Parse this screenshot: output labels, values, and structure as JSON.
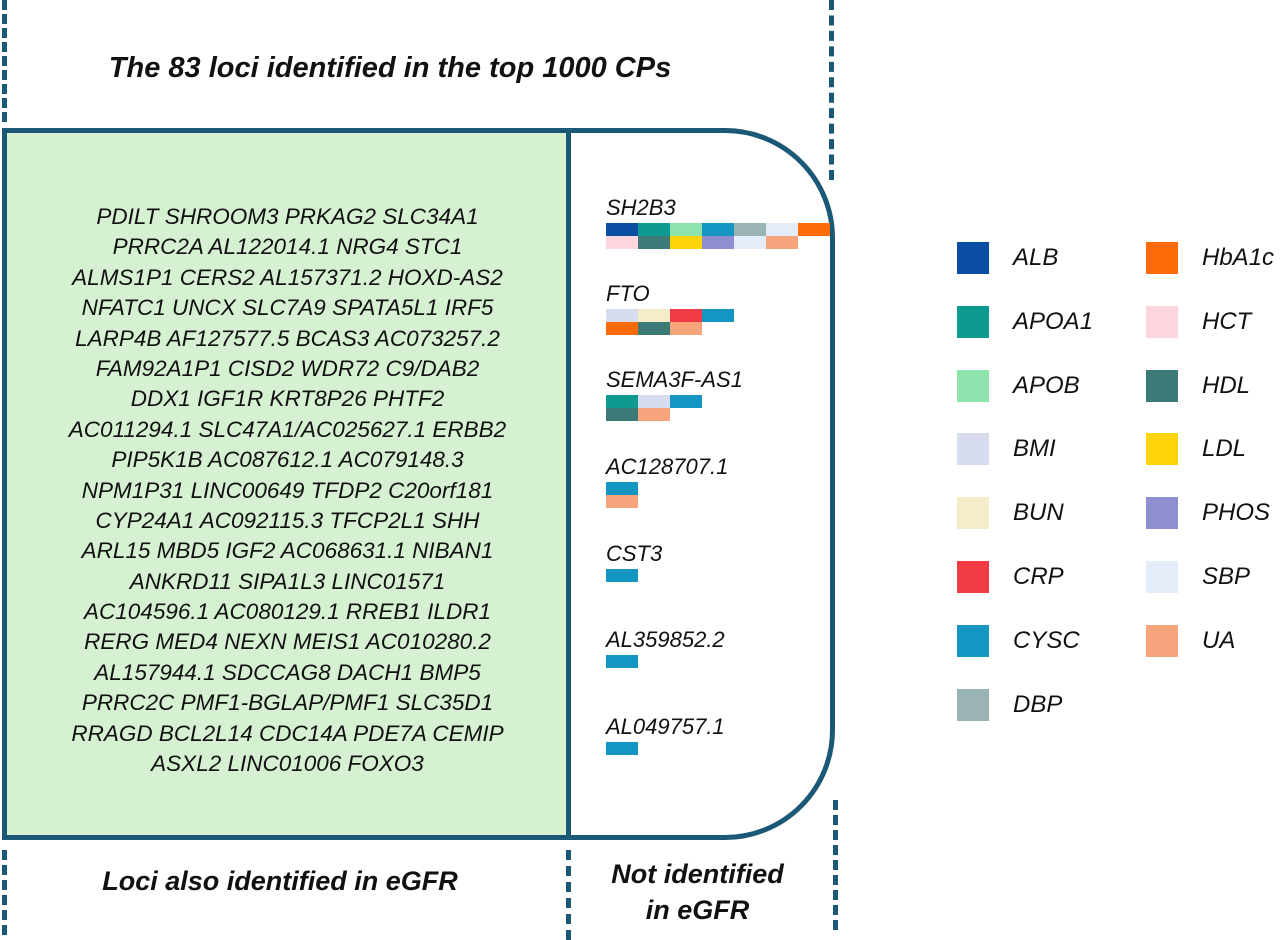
{
  "title": "The 83 loci identified in the top 1000 CPs",
  "left_panel": {
    "caption": "Loci also identified in eGFR",
    "loci_lines": [
      "PDILT SHROOM3 PRKAG2 SLC34A1",
      "PRRC2A AL122014.1 NRG4 STC1",
      "ALMS1P1 CERS2 AL157371.2 HOXD-AS2",
      "NFATC1 UNCX SLC7A9 SPATA5L1 IRF5",
      "LARP4B AF127577.5 BCAS3 AC073257.2",
      "FAM92A1P1 CISD2 WDR72 C9/DAB2",
      "DDX1 IGF1R KRT8P26 PHTF2",
      "AC011294.1 SLC47A1/AC025627.1 ERBB2",
      "PIP5K1B AC087612.1 AC079148.3",
      "NPM1P31 LINC00649 TFDP2 C20orf181",
      "CYP24A1 AC092115.3 TFCP2L1 SHH",
      "ARL15 MBD5 IGF2 AC068631.1 NIBAN1",
      "ANKRD11 SIPA1L3 LINC01571",
      "AC104596.1 AC080129.1 RREB1 ILDR1",
      "RERG MED4 NEXN MEIS1 AC010280.2",
      "AL157944.1 SDCCAG8 DACH1 BMP5",
      "PRRC2C PMF1-BGLAP/PMF1 SLC35D1",
      "RRAGD BCL2L14 CDC14A PDE7A CEMIP",
      "ASXL2 LINC01006 FOXO3"
    ]
  },
  "right_panel": {
    "caption_line1": "Not identified",
    "caption_line2": "in eGFR",
    "genes": [
      {
        "name": "SH2B3",
        "rows": [
          [
            "ALB",
            "APOA1",
            "APOB",
            "CYSC",
            "DBP",
            "SBP",
            "HbA1c"
          ],
          [
            "HCT",
            "HDL",
            "LDL",
            "PHOS",
            "SBP",
            "UA"
          ]
        ]
      },
      {
        "name": "FTO",
        "rows": [
          [
            "BMI",
            "BUN",
            "CRP",
            "CYSC"
          ],
          [
            "HbA1c",
            "HDL",
            "UA"
          ]
        ]
      },
      {
        "name": "SEMA3F-AS1",
        "rows": [
          [
            "APOA1",
            "BMI",
            "CYSC"
          ],
          [
            "HDL",
            "UA"
          ]
        ]
      },
      {
        "name": "AC128707.1",
        "rows": [
          [
            "CYSC"
          ],
          [
            "UA"
          ]
        ]
      },
      {
        "name": "CST3",
        "rows": [
          [
            "CYSC"
          ]
        ]
      },
      {
        "name": "AL359852.2",
        "rows": [
          [
            "CYSC"
          ]
        ]
      },
      {
        "name": "AL049757.1",
        "rows": [
          [
            "CYSC"
          ]
        ]
      }
    ]
  },
  "legend": [
    {
      "label": "ALB",
      "color": "#0a4ea3"
    },
    {
      "label": "APOA1",
      "color": "#0e9a91"
    },
    {
      "label": "APOB",
      "color": "#8ee3ad"
    },
    {
      "label": "BMI",
      "color": "#d7dcef"
    },
    {
      "label": "BUN",
      "color": "#f5ecc9"
    },
    {
      "label": "CRP",
      "color": "#f23a45"
    },
    {
      "label": "CYSC",
      "color": "#1596c2"
    },
    {
      "label": "DBP",
      "color": "#9ab3b4"
    },
    {
      "label": "HbA1c",
      "color": "#fd6a08"
    },
    {
      "label": "HCT",
      "color": "#fdd5dd"
    },
    {
      "label": "HDL",
      "color": "#3b7a77"
    },
    {
      "label": "LDL",
      "color": "#fdd30a"
    },
    {
      "label": "PHOS",
      "color": "#8e8ed0"
    },
    {
      "label": "SBP",
      "color": "#e3ecf8"
    },
    {
      "label": "UA",
      "color": "#f5a47b"
    }
  ]
}
